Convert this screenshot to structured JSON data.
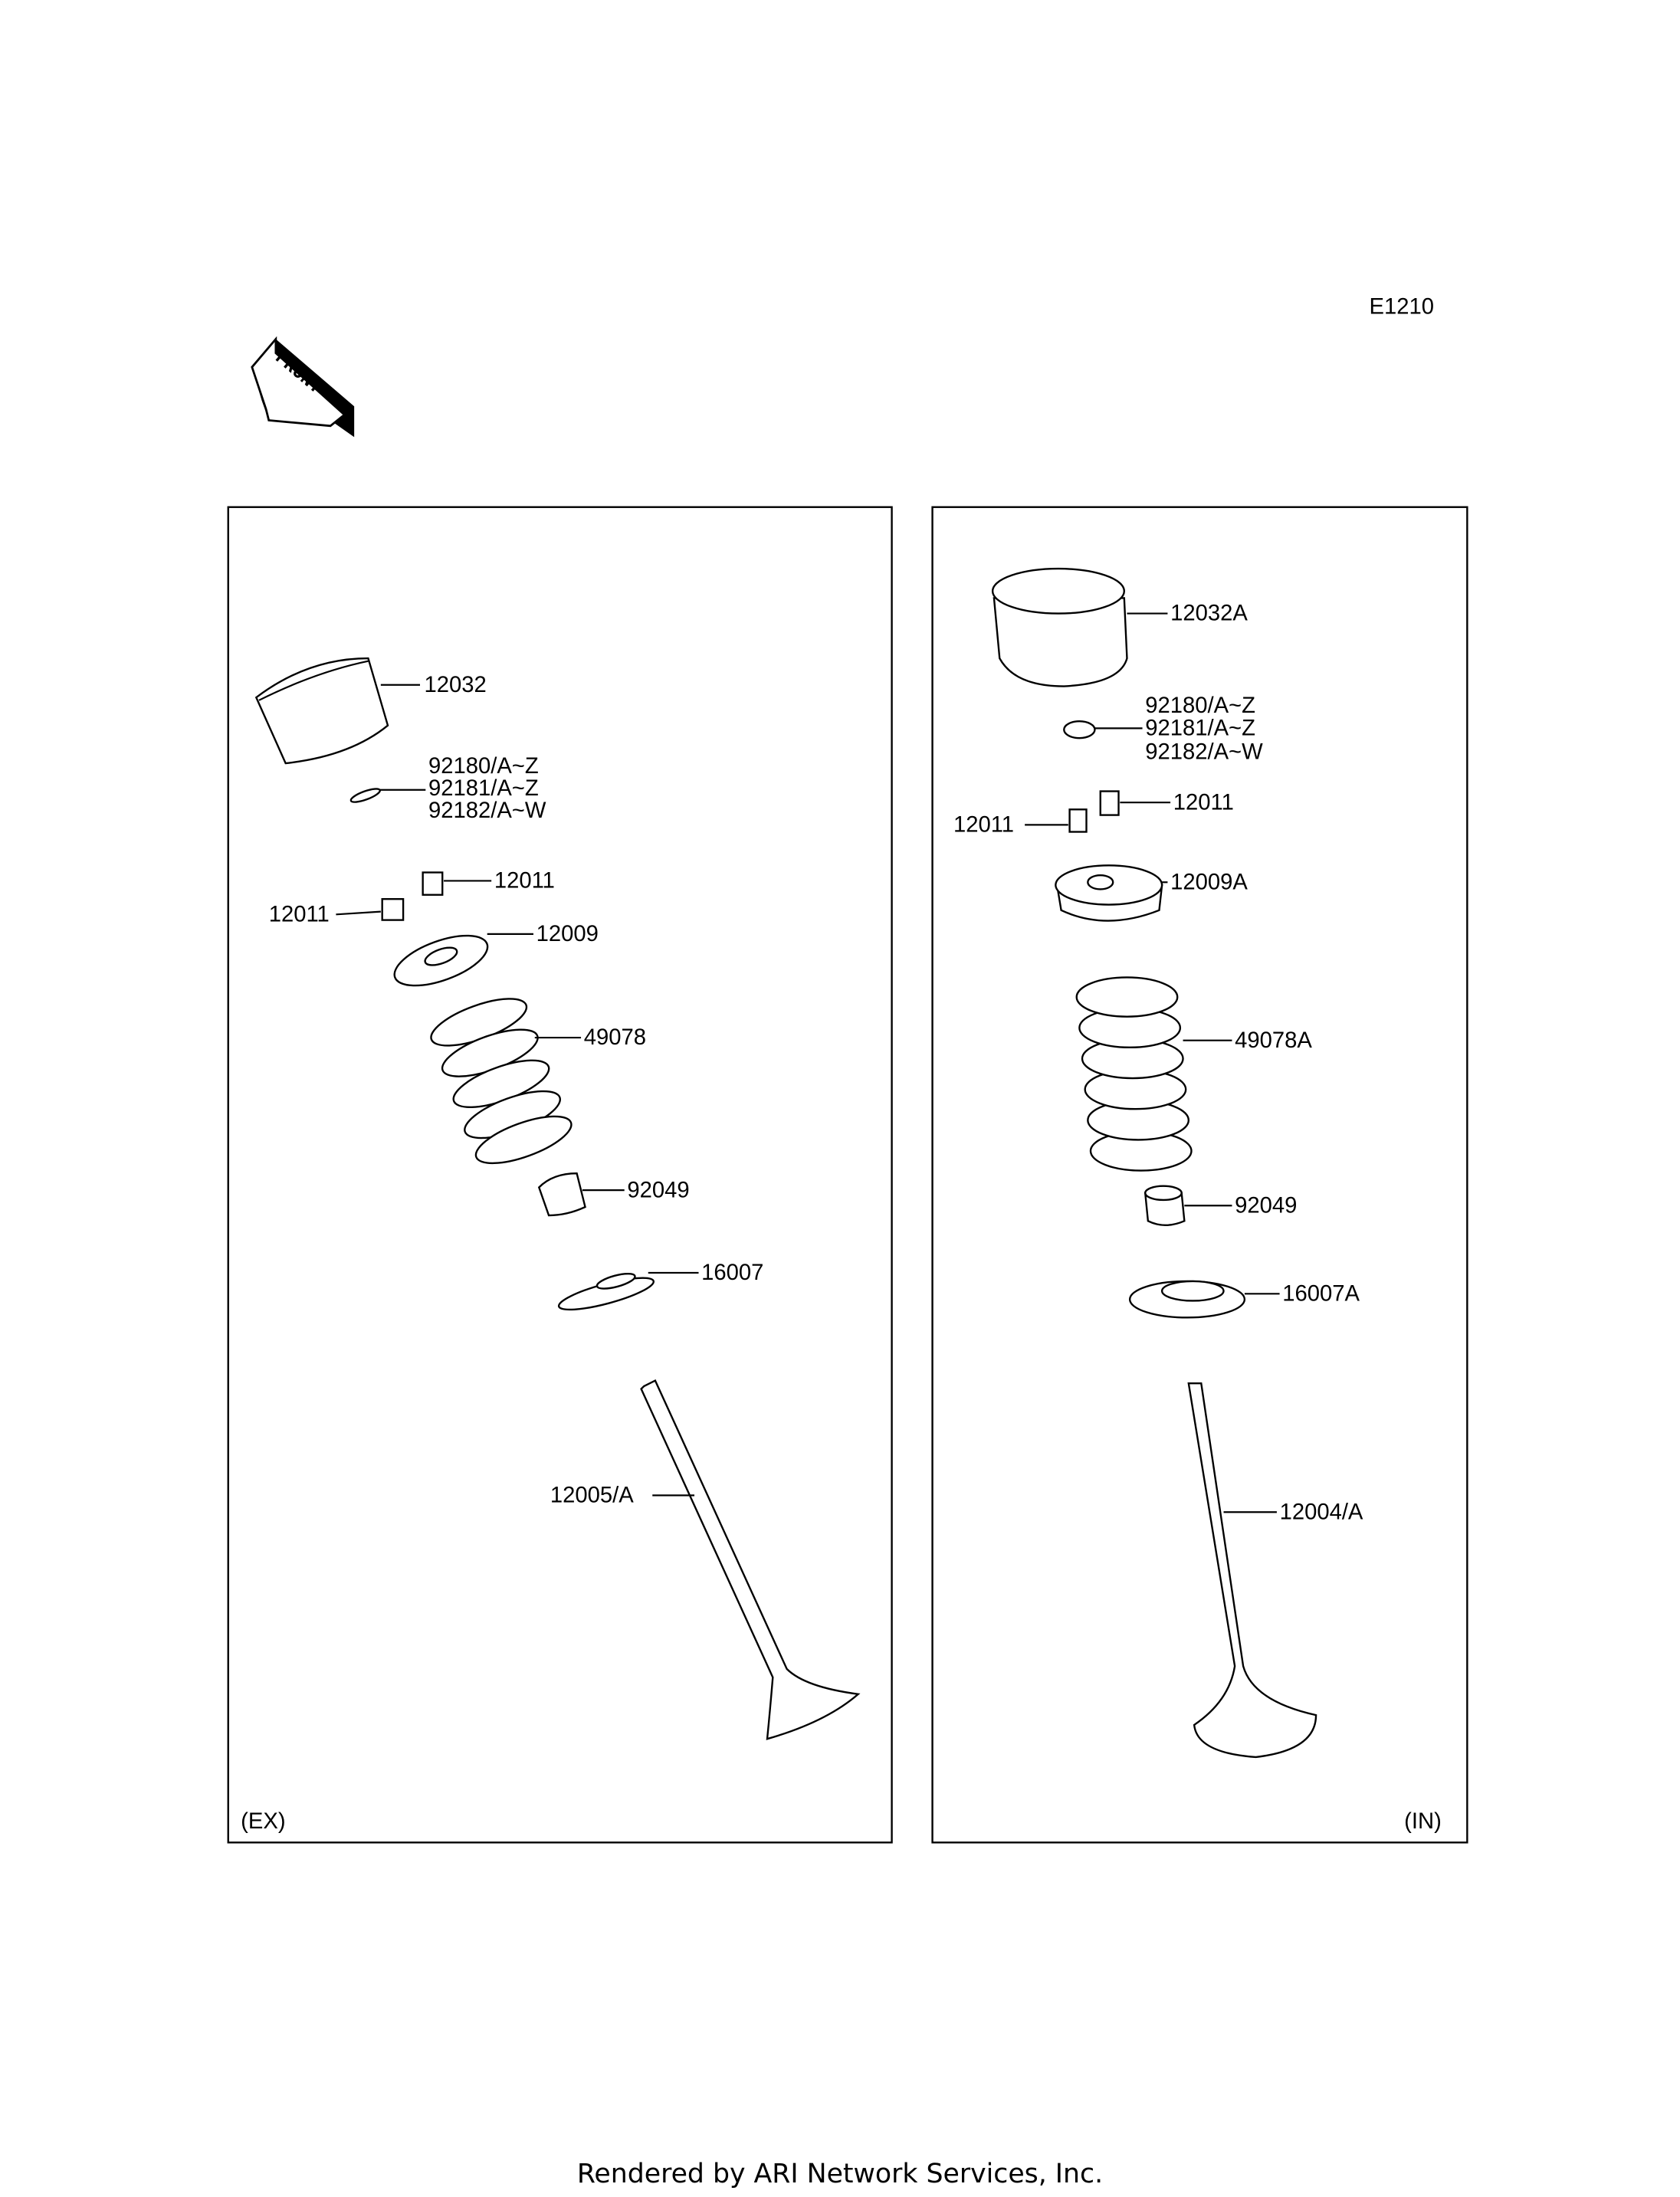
{
  "diagram_code": "E1210",
  "front_arrow_text": "FRONT",
  "exhaust": {
    "section_label": "(EX)",
    "parts": {
      "tappet": "12032",
      "shim_1": "92180/A~Z",
      "shim_2": "92181/A~Z",
      "shim_3": "92182/A~W",
      "cotter_right": "12011",
      "cotter_left": "12011",
      "retainer": "12009",
      "spring": "49078",
      "seal": "92049",
      "seat": "16007",
      "valve": "12005/A"
    }
  },
  "intake": {
    "section_label": "(IN)",
    "parts": {
      "tappet": "12032A",
      "shim_1": "92180/A~Z",
      "shim_2": "92181/A~Z",
      "shim_3": "92182/A~W",
      "cotter_right": "12011",
      "cotter_left": "12011",
      "retainer": "12009A",
      "spring": "49078A",
      "seal": "92049",
      "seat": "16007A",
      "valve": "12004/A"
    }
  },
  "footer": "Rendered by ARI Network Services, Inc."
}
